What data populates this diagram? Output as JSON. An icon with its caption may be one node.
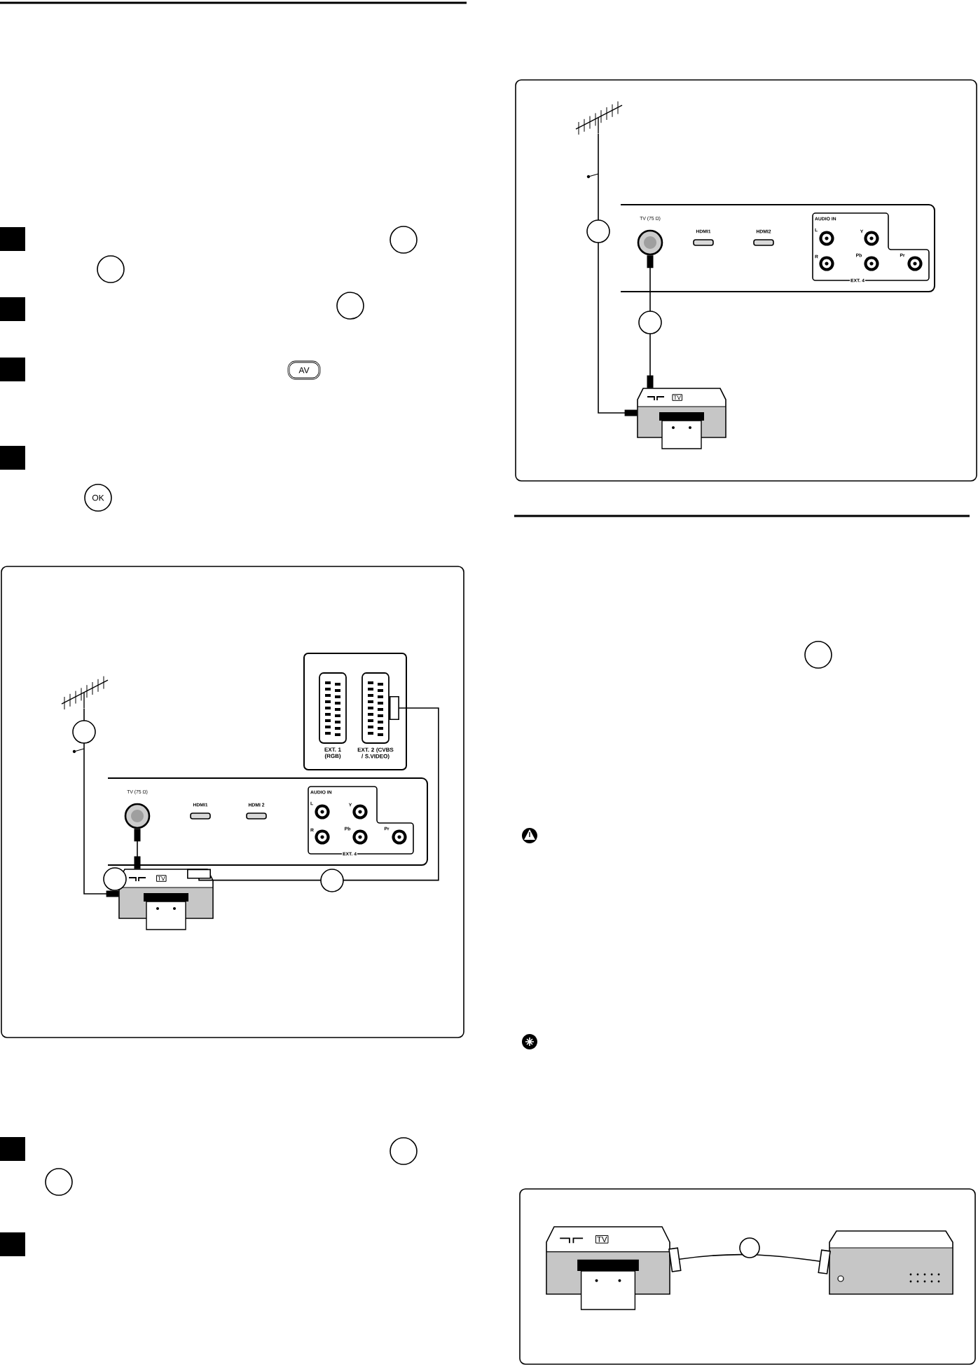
{
  "diagram": {
    "nodes": [
      {
        "text": [],
        "shape": "antenna"
      },
      {
        "text": [],
        "shape": "socket",
        "beside": [
          "TV (75 Ω)"
        ]
      },
      {
        "text": [],
        "shape": "socket",
        "beside": [
          "EXT. 1 (RGB)"
        ]
      },
      {
        "text": [],
        "shape": "socket",
        "beside": [
          "EXT. 2 (CVBS / S.VIDEO)"
        ]
      },
      {
        "text": [
          "TV"
        ]
      },
      {
        "text": [],
        "shape": "antenna"
      },
      {
        "text": [],
        "shape": "socket",
        "beside": [
          "TV (75 Ω)"
        ]
      },
      {
        "text": [
          "TV"
        ]
      },
      {
        "text": [
          "TV"
        ]
      },
      {
        "text": [],
        "shape": "box"
      }
    ],
    "edges": [
      {
        "from": 0,
        "to": 4,
        "arrow": "other"
      },
      {
        "from": 1,
        "to": 4,
        "arrow": "other"
      },
      {
        "from": 3,
        "to": 4,
        "arrow": "other"
      },
      {
        "from": 5,
        "to": 7,
        "arrow": "other"
      },
      {
        "from": 6,
        "to": 7,
        "arrow": "other"
      },
      {
        "from": 8,
        "to": 9,
        "arrow": "other"
      }
    ],
    "labels": [
      "AV",
      "OK",
      "HDMI1",
      "HDMI 2",
      "AUDIO IN",
      "L",
      "R",
      "Y",
      "Pb",
      "Pr",
      "EXT. 4",
      "HDMI1",
      "HDMI2",
      "AUDIO IN",
      "L",
      "R",
      "Y",
      "Pb",
      "Pr",
      "EXT. 4"
    ]
  }
}
